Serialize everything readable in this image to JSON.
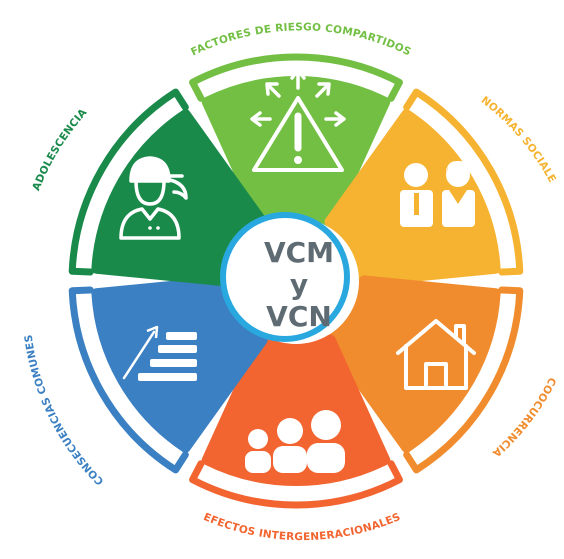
{
  "center": {
    "line1": "VCM",
    "line2": "y",
    "line3": "VCN",
    "ring_color": "#29a8e0",
    "text_color": "#5f6b73"
  },
  "segments": [
    {
      "key": "factores",
      "label": "FACTORES DE RIESGO COMPARTIDOS",
      "color": "#72bf44",
      "icon": "warning-arrows-icon"
    },
    {
      "key": "normas",
      "label": "NORMAS SOCIALES",
      "color": "#f6b331",
      "icon": "two-people-icon"
    },
    {
      "key": "coocurrencia",
      "label": "COOCURRENCIA",
      "color": "#f08c2d",
      "icon": "house-icon"
    },
    {
      "key": "efectos",
      "label": "EFECTOS INTERGENERACIONALES",
      "color": "#f26430",
      "icon": "family-icon"
    },
    {
      "key": "consecuencias",
      "label": "CONSECUENCIAS COMUNES",
      "color": "#3b80c3",
      "icon": "stack-arrow-icon"
    },
    {
      "key": "adolescencia",
      "label": "ADOLESCENCIA",
      "color": "#1a8a4b",
      "icon": "adolescent-icon"
    }
  ]
}
